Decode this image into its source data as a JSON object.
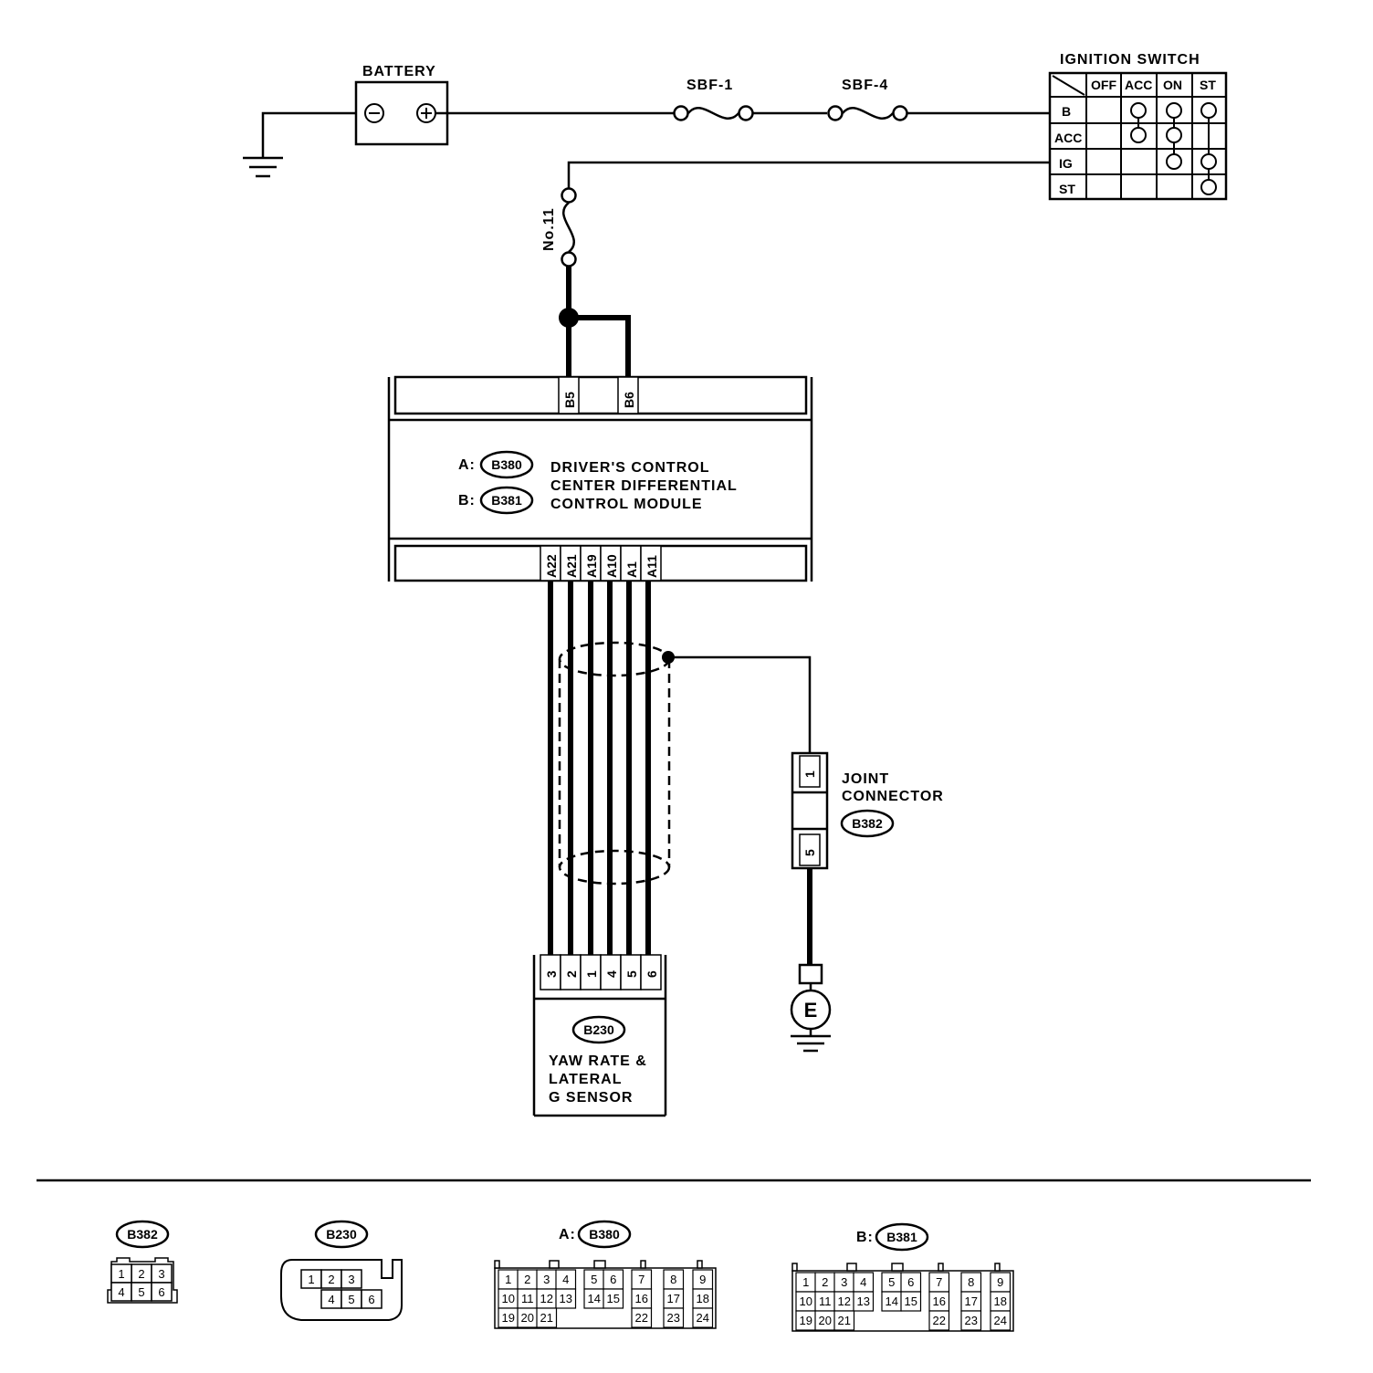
{
  "components": {
    "battery": {
      "label": "BATTERY",
      "minus": "⊖",
      "plus": "⊕"
    },
    "fuse_sbf1": "SBF-1",
    "fuse_sbf4": "SBF-4",
    "fuse_no11": "No.11",
    "ignition_switch": {
      "title": "IGNITION SWITCH",
      "columns": [
        "OFF",
        "ACC",
        "ON",
        "ST"
      ],
      "rows": [
        "B",
        "ACC",
        "IG",
        "ST"
      ]
    },
    "module": {
      "a_prefix": "A:",
      "a_connector": "B380",
      "b_prefix": "B:",
      "b_connector": "B381",
      "name_line1": "DRIVER'S CONTROL",
      "name_line2": "CENTER DIFFERENTIAL",
      "name_line3": "CONTROL MODULE",
      "top_pins": [
        "B5",
        "B6"
      ],
      "bottom_pins": [
        "A22",
        "A21",
        "A19",
        "A10",
        "A1",
        "A11"
      ]
    },
    "sensor": {
      "connector": "B230",
      "name_line1": "YAW RATE &",
      "name_line2": "LATERAL",
      "name_line3": "G SENSOR",
      "pins": [
        "3",
        "2",
        "1",
        "4",
        "5",
        "6"
      ]
    },
    "joint_connector": {
      "line1": "JOINT",
      "line2": "CONNECTOR",
      "connector": "B382",
      "pin_top": "1",
      "pin_bottom": "5"
    },
    "ground_label": "E"
  },
  "connector_views": {
    "b382": {
      "label": "B382",
      "row1": [
        "1",
        "2",
        "3"
      ],
      "row2": [
        "4",
        "5",
        "6"
      ]
    },
    "b230": {
      "label": "B230",
      "row1": [
        "1",
        "2",
        "3"
      ],
      "row2": [
        "4",
        "5",
        "6"
      ]
    },
    "b380": {
      "prefix": "A:",
      "label": "B380",
      "row1": [
        "1",
        "2",
        "3",
        "4",
        "5",
        "6",
        "7",
        "8",
        "9"
      ],
      "row2": [
        "10",
        "11",
        "12",
        "13",
        "14",
        "15",
        "16",
        "17",
        "18"
      ],
      "row3": [
        "19",
        "20",
        "21",
        "22",
        "23",
        "24"
      ]
    },
    "b381": {
      "prefix": "B:",
      "label": "B381",
      "row1": [
        "1",
        "2",
        "3",
        "4",
        "5",
        "6",
        "7",
        "8",
        "9"
      ],
      "row2": [
        "10",
        "11",
        "12",
        "13",
        "14",
        "15",
        "16",
        "17",
        "18"
      ],
      "row3": [
        "19",
        "20",
        "21",
        "22",
        "23",
        "24"
      ]
    }
  }
}
